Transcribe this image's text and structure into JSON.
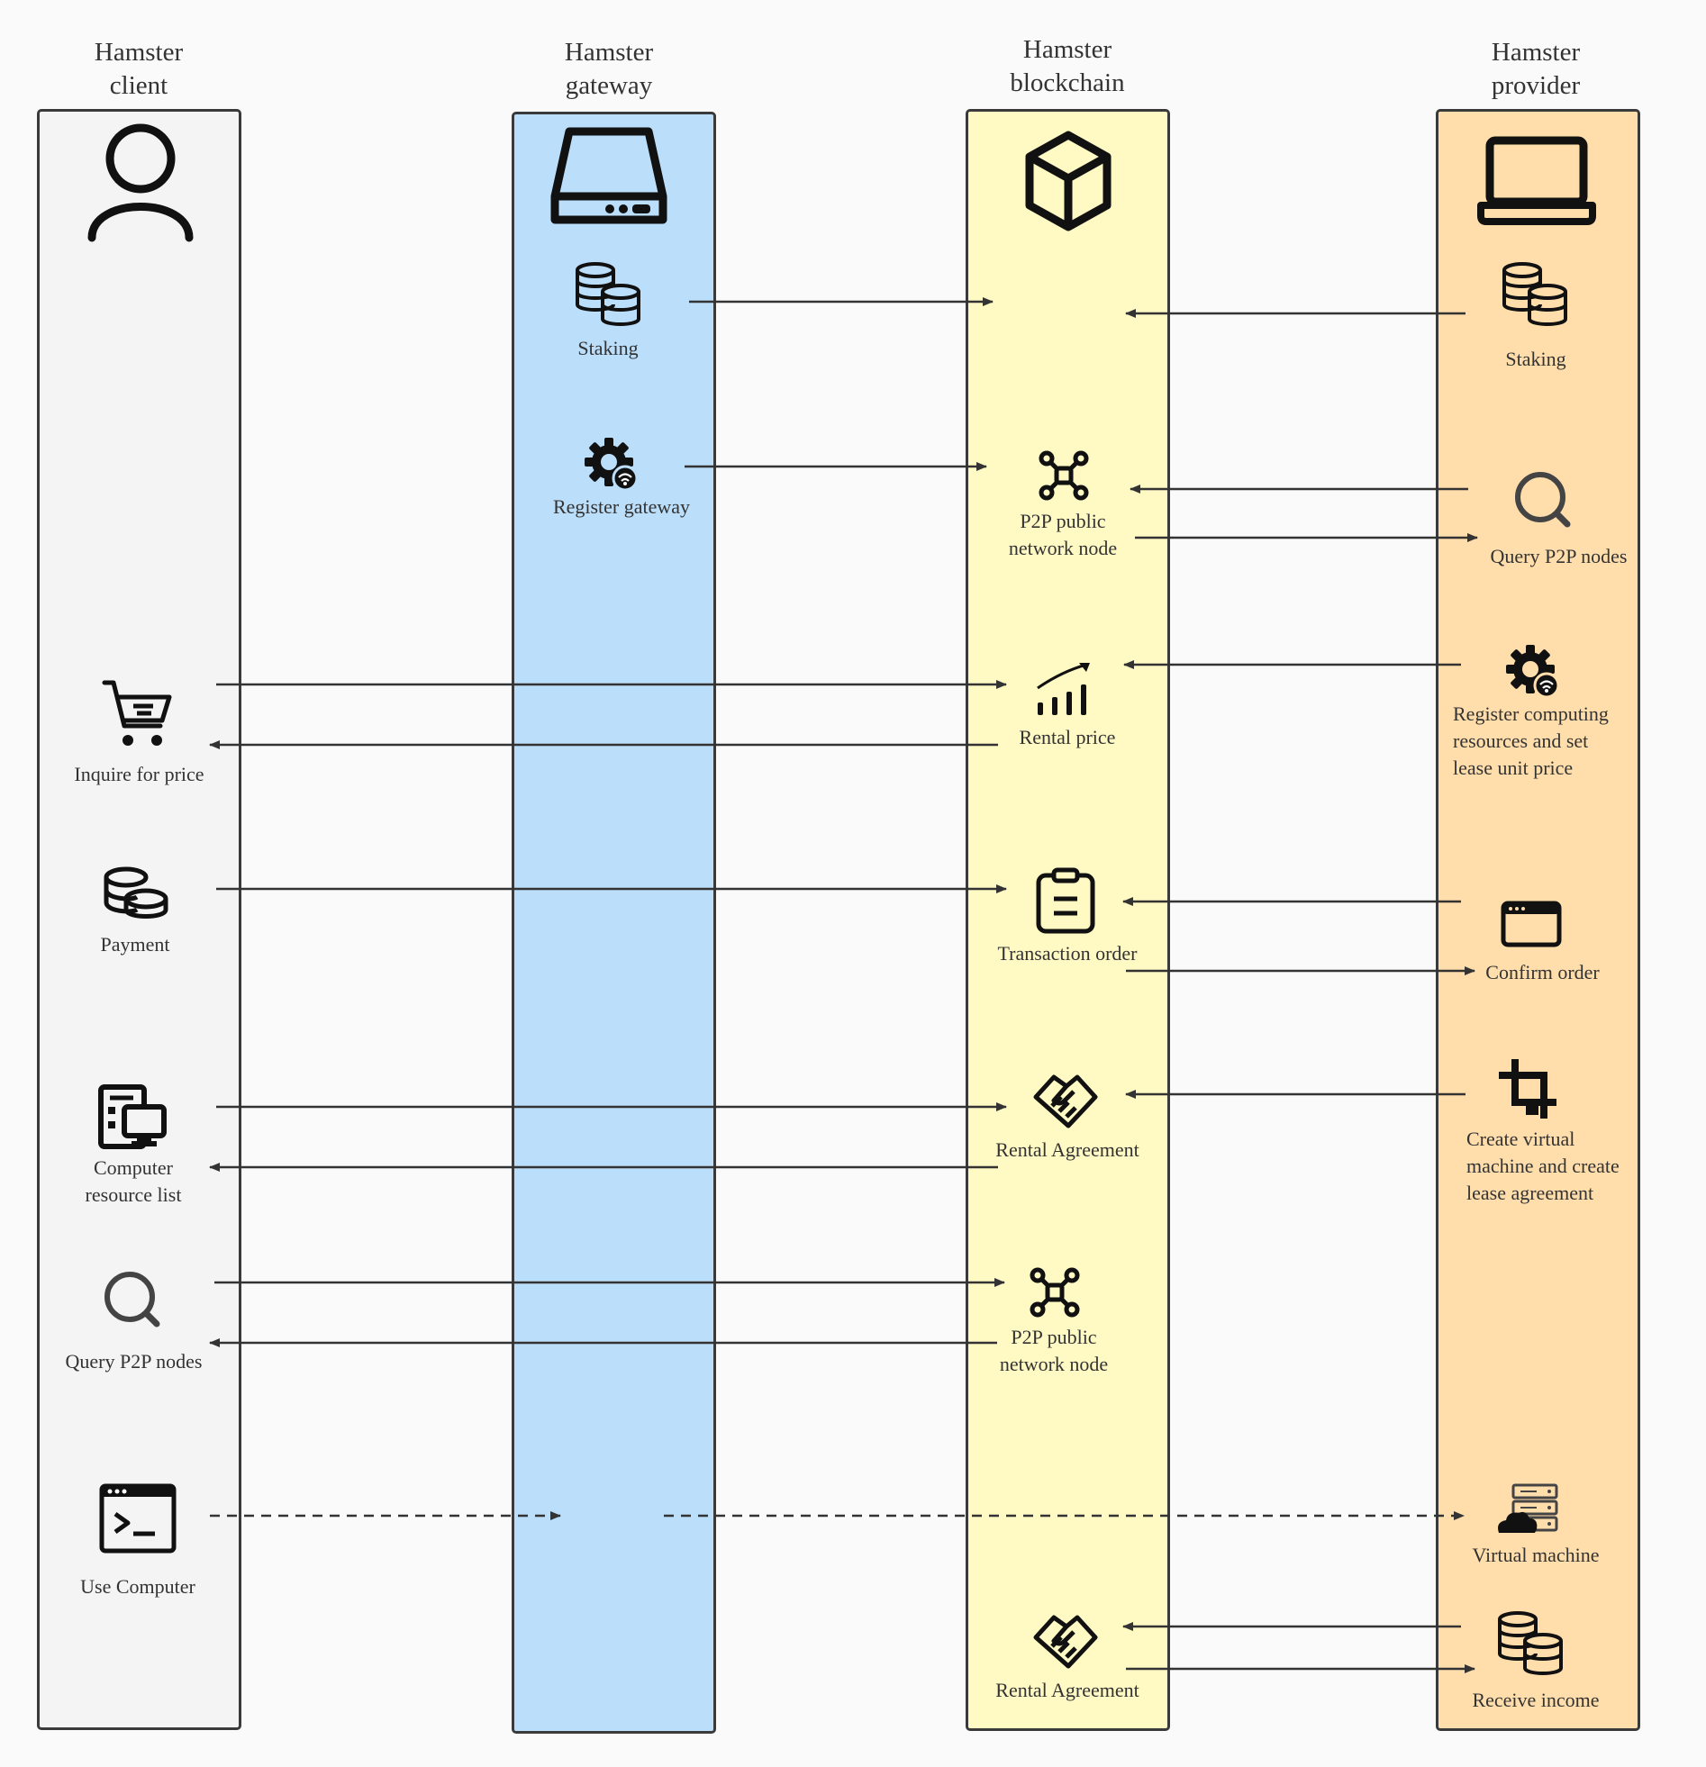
{
  "columns": {
    "client": {
      "title": "Hamster\nclient",
      "fill": "#f4f4f4"
    },
    "gateway": {
      "title": "Hamster\ngateway",
      "fill": "#bbdefa"
    },
    "blockchain": {
      "title": "Hamster\nblockchain",
      "fill": "#fff9c4"
    },
    "provider": {
      "title": "Hamster\nprovider",
      "fill": "#ffdeac"
    }
  },
  "icons": {
    "client_header": "user-icon",
    "gateway_header": "server-icon",
    "blockchain_header": "cube-icon",
    "provider_header": "laptop-icon",
    "coins": "coins-stack-icon",
    "gear": "gear-wifi-icon",
    "network": "network-node-icon",
    "search": "search-icon",
    "chart": "chart-trend-icon",
    "cart": "cart-icon",
    "payment": "coins-icon",
    "clipboard": "clipboard-icon",
    "browser": "browser-window-icon",
    "handshake": "handshake-icon",
    "crop": "crop-icon",
    "devices": "devices-icon",
    "terminal": "terminal-icon",
    "vm": "cloud-server-icon"
  },
  "client": {
    "inquire": "Inquire for price",
    "payment": "Payment",
    "resource_list": "Computer\nresource list",
    "query": "Query P2P nodes",
    "use": "Use Computer"
  },
  "gateway": {
    "staking": "Staking",
    "register": "Register gateway"
  },
  "blockchain": {
    "p2p_1": "P2P public\nnetwork node",
    "rental_price": "Rental price",
    "transaction": "Transaction order",
    "agreement_1": "Rental Agreement",
    "p2p_2": "P2P public\nnetwork node",
    "agreement_2": "Rental Agreement"
  },
  "provider": {
    "staking": "Staking",
    "query": "Query P2P nodes",
    "register": "Register computing\n resources and set\nlease unit price",
    "confirm": "Confirm order",
    "create_vm": "Create virtual\nmachine and create\nlease agreement",
    "vm": "Virtual machine",
    "income": "Receive income"
  }
}
